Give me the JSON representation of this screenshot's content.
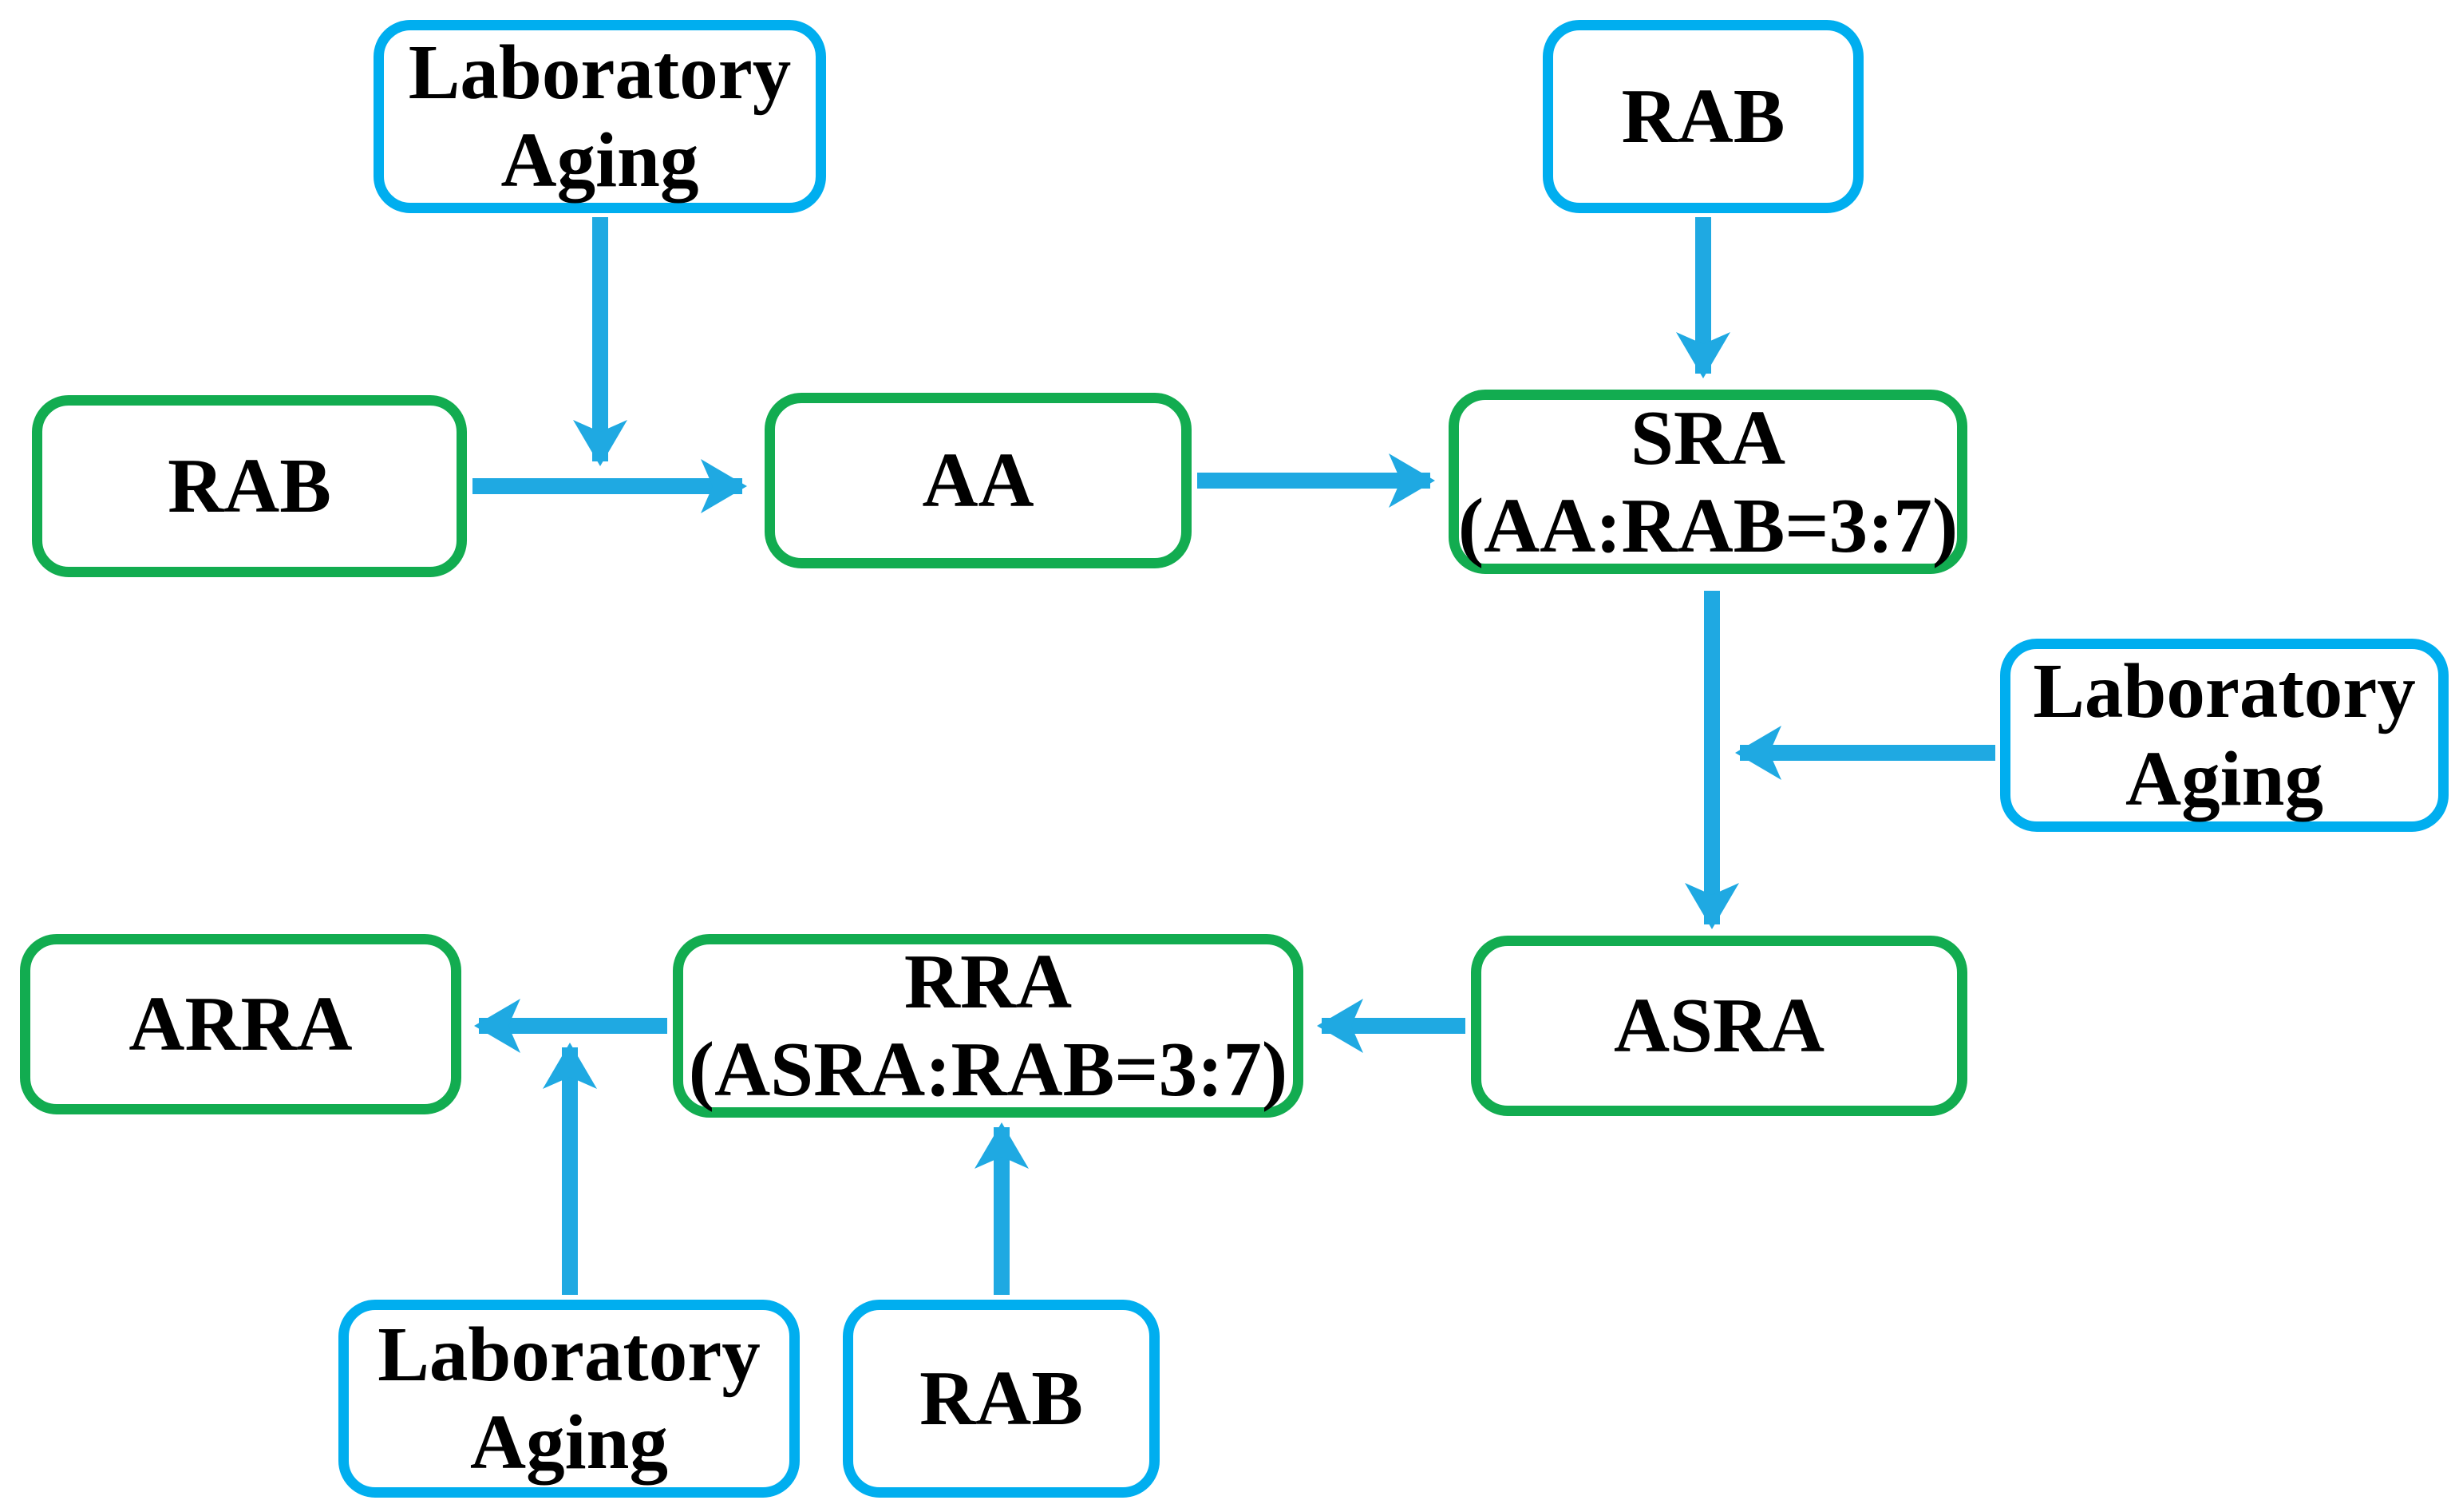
{
  "figure": {
    "type": "flowchart",
    "background": "#FFFFFF",
    "colors": {
      "input_box_border": "#00AEEF",
      "process_box_border": "#12AC50",
      "arrow": "#1FA9E2",
      "text": "#000000"
    },
    "nodes": {
      "lab_aging_top": {
        "lines": [
          "Laboratory",
          "Aging"
        ],
        "style": "input"
      },
      "rab_top": {
        "lines": [
          "RAB"
        ],
        "style": "input"
      },
      "rab_left": {
        "lines": [
          "RAB"
        ],
        "style": "process"
      },
      "aa": {
        "lines": [
          "AA"
        ],
        "style": "process"
      },
      "sra": {
        "lines": [
          "SRA",
          "(AA:RAB=3:7)"
        ],
        "style": "process"
      },
      "lab_aging_right": {
        "lines": [
          "Laboratory",
          "Aging"
        ],
        "style": "input"
      },
      "asra": {
        "lines": [
          "ASRA"
        ],
        "style": "process"
      },
      "rra": {
        "lines": [
          "RRA",
          "(ASRA:RAB=3:7)"
        ],
        "style": "process"
      },
      "arra": {
        "lines": [
          "ARRA"
        ],
        "style": "process"
      },
      "lab_aging_bottom": {
        "lines": [
          "Laboratory",
          "Aging"
        ],
        "style": "input"
      },
      "rab_bottom": {
        "lines": [
          "RAB"
        ],
        "style": "input"
      }
    },
    "edges": [
      {
        "from": "lab_aging_top",
        "to": "rab_left_to_aa_arrow"
      },
      {
        "from": "rab_left",
        "to": "aa"
      },
      {
        "from": "aa",
        "to": "sra"
      },
      {
        "from": "rab_top",
        "to": "sra"
      },
      {
        "from": "sra",
        "to": "asra"
      },
      {
        "from": "lab_aging_right",
        "to": "sra_to_asra_arrow"
      },
      {
        "from": "asra",
        "to": "rra"
      },
      {
        "from": "rra",
        "to": "arra"
      },
      {
        "from": "lab_aging_bottom",
        "to": "rra_to_arra_arrow"
      },
      {
        "from": "rab_bottom",
        "to": "rra"
      }
    ]
  }
}
